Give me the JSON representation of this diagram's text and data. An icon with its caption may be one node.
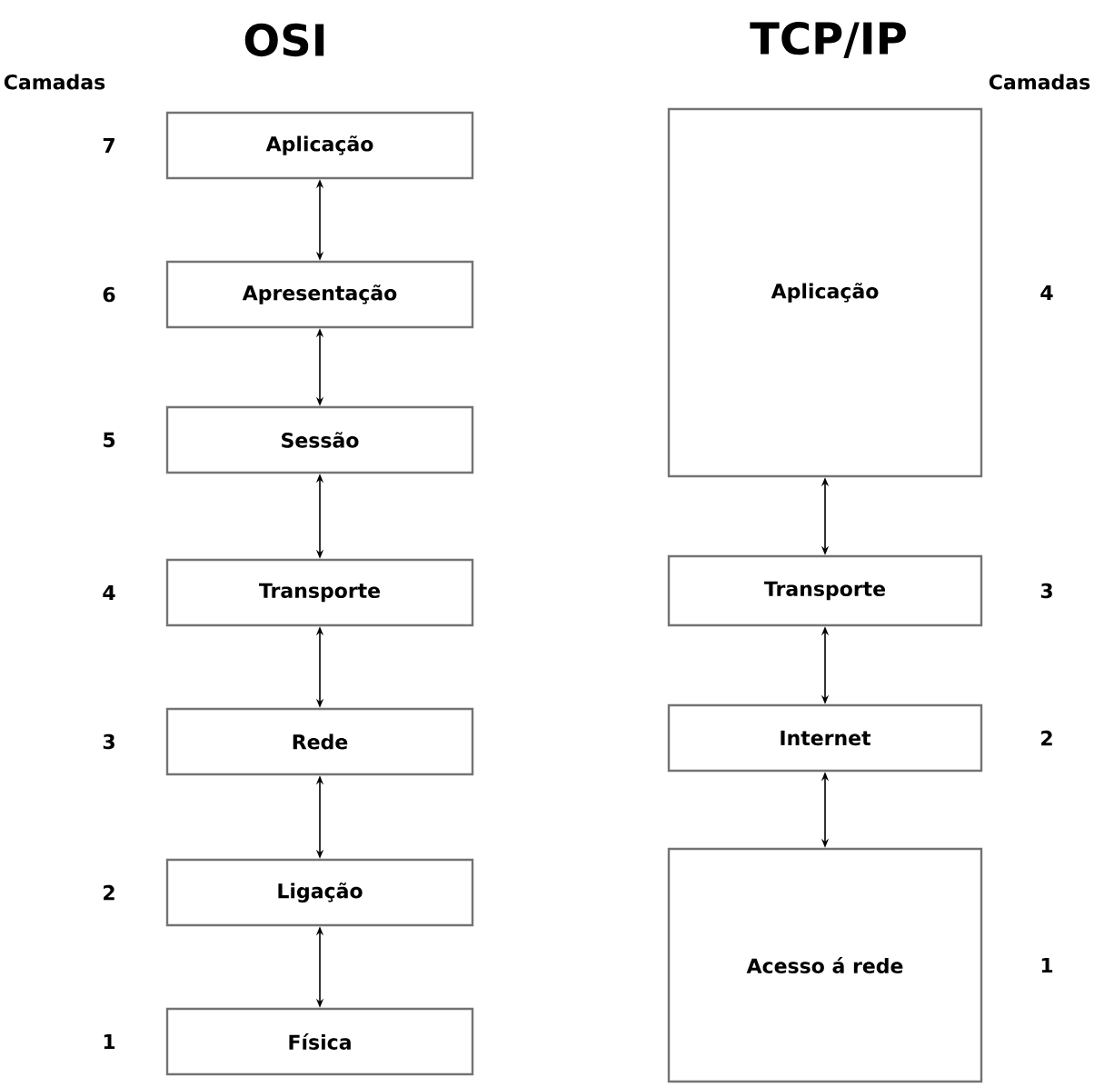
{
  "diagram": {
    "nodes": [
      {
        "text": [
          "Aplicação"
        ],
        "beside": [
          "7"
        ]
      },
      {
        "text": [
          "Apresentação"
        ],
        "beside": [
          "6"
        ]
      },
      {
        "text": [
          "Sessão"
        ],
        "beside": [
          "5"
        ]
      },
      {
        "text": [
          "Transporte"
        ],
        "beside": [
          "4"
        ]
      },
      {
        "text": [
          "Rede"
        ],
        "beside": [
          "3"
        ]
      },
      {
        "text": [
          "Ligação"
        ],
        "beside": [
          "2"
        ]
      },
      {
        "text": [
          "Física"
        ],
        "beside": [
          "1"
        ]
      },
      {
        "text": [
          "Aplicação"
        ],
        "beside": [
          "4"
        ]
      },
      {
        "text": [
          "Transporte"
        ],
        "beside": [
          "3"
        ]
      },
      {
        "text": [
          "Internet"
        ],
        "beside": [
          "2"
        ]
      },
      {
        "text": [
          "Acesso á rede"
        ],
        "beside": [
          "1"
        ]
      }
    ],
    "edges": [
      {
        "from": 0,
        "to": 1,
        "arrow": "both"
      },
      {
        "from": 1,
        "to": 2,
        "arrow": "both"
      },
      {
        "from": 2,
        "to": 3,
        "arrow": "both"
      },
      {
        "from": 3,
        "to": 4,
        "arrow": "both"
      },
      {
        "from": 4,
        "to": 5,
        "arrow": "both"
      },
      {
        "from": 5,
        "to": 6,
        "arrow": "both"
      },
      {
        "from": 7,
        "to": 8,
        "arrow": "both"
      },
      {
        "from": 8,
        "to": 9,
        "arrow": "both"
      },
      {
        "from": 9,
        "to": 10,
        "arrow": "both"
      }
    ],
    "labels": [
      "OSI",
      "Camadas",
      "TCP/IP",
      "Camadas"
    ]
  }
}
